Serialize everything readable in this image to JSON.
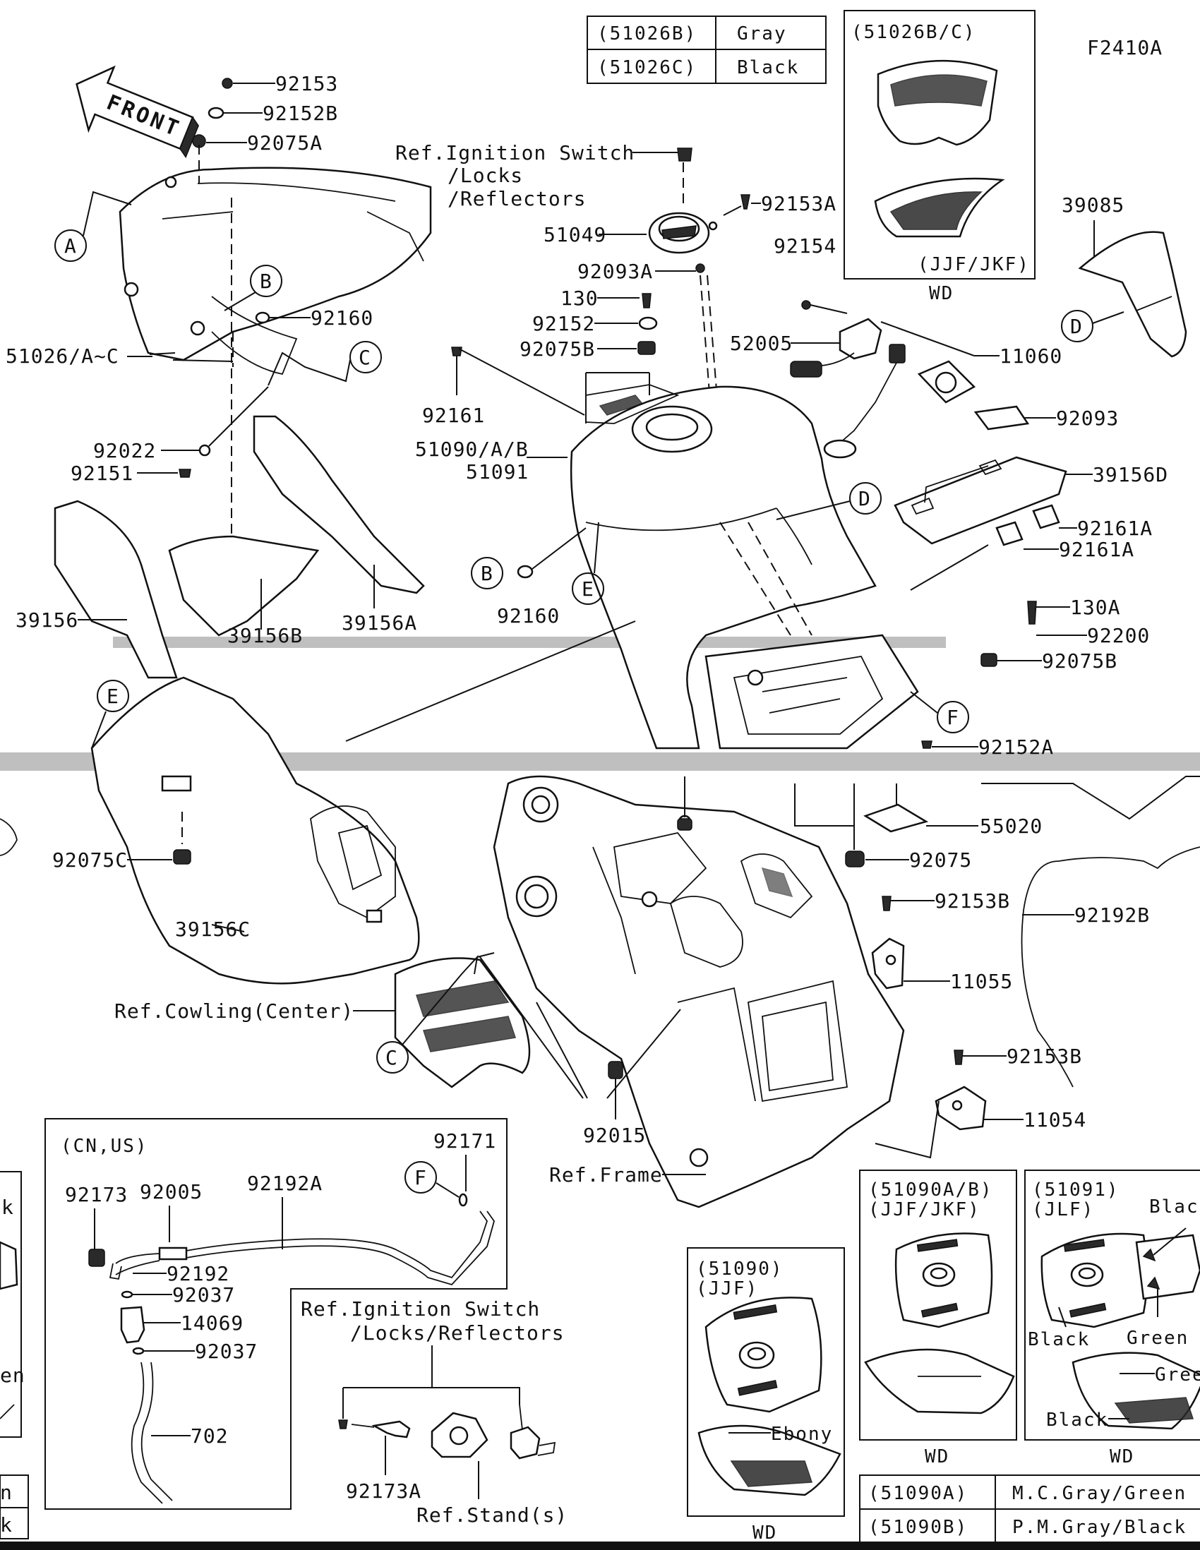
{
  "figure_code": "F2410A",
  "front_arrow": "FRONT",
  "labels": {
    "p92153": "92153",
    "p92152B": "92152B",
    "p92075A": "92075A",
    "ref_ignition_1": "Ref.Ignition Switch",
    "ref_ignition_2": "/Locks",
    "ref_ignition_3": "/Reflectors",
    "p92153A": "92153A",
    "p51049": "51049",
    "p92093A": "92093A",
    "p92154": "92154",
    "p39085": "39085",
    "p130": "130",
    "p92152": "92152",
    "p92075B_top": "92075B",
    "p52005": "52005",
    "p11060": "11060",
    "p92160_top": "92160",
    "p51026": "51026/A~C",
    "p92161": "92161",
    "p92093": "92093",
    "p51090": "51090/A/B",
    "p51091": "51091",
    "p39156D": "39156D",
    "p92022": "92022",
    "p92151": "92151",
    "p92161A_1": "92161A",
    "p92161A_2": "92161A",
    "p39156": "39156",
    "p39156B": "39156B",
    "p39156A": "39156A",
    "p92160_mid": "92160",
    "p130A": "130A",
    "p92200": "92200",
    "p92075B_mid": "92075B",
    "p92152A": "92152A",
    "p92075C": "92075C",
    "p55020": "55020",
    "p92075": "92075",
    "p92153B_1": "92153B",
    "p92192B": "92192B",
    "p39156C": "39156C",
    "p11055": "11055",
    "ref_cowling": "Ref.Cowling(Center)",
    "p92153B_2": "92153B",
    "p11054": "11054",
    "p92015": "92015",
    "ref_frame": "Ref.Frame"
  },
  "callouts": {
    "A": "A",
    "B": "B",
    "C": "C",
    "D": "D",
    "E": "E",
    "F": "F"
  },
  "color_table_top": {
    "rows": [
      {
        "code": "(51026B)",
        "color": "Gray"
      },
      {
        "code": "(51026C)",
        "color": "Black"
      }
    ]
  },
  "inset_51026": {
    "title": "(51026B/C)",
    "variant": "(JJF/JKF)",
    "footer": "WD"
  },
  "cn_us_box": {
    "title": "(CN,US)",
    "labels": {
      "p92171": "92171",
      "p92173": "92173",
      "p92005": "92005",
      "p92192A": "92192A",
      "p92192": "92192",
      "p92037_1": "92037",
      "p14069": "14069",
      "p92037_2": "92037",
      "p702": "702"
    },
    "callout_F": "F"
  },
  "ignition_box": {
    "title_1": "Ref.Ignition Switch",
    "title_2": "/Locks/Reflectors",
    "p92173A": "92173A",
    "ref_stand": "Ref.Stand(s)"
  },
  "inset_51090": {
    "title_1": "(51090)",
    "title_2": "(JJF)",
    "ebony": "Ebony",
    "footer": "WD"
  },
  "inset_51090AB": {
    "title_1": "(51090A/B)",
    "title_2": "(JJF/JKF)",
    "footer": "WD"
  },
  "inset_51091": {
    "title_1": "(51091)",
    "title_2": "(JLF)",
    "black_1": "Black",
    "black_2": "Black",
    "green_1": "Green",
    "green_2": "Green",
    "black_3": "Black",
    "footer": "WD"
  },
  "color_table_bottom": {
    "rows": [
      {
        "code": "(51090A)",
        "color": "M.C.Gray/Green"
      },
      {
        "code": "(51090B)",
        "color": "P.M.Gray/Black"
      }
    ]
  },
  "left_edge_fragments": {
    "k1": "k",
    "en": "en",
    "n": "n",
    "k2": "k"
  }
}
